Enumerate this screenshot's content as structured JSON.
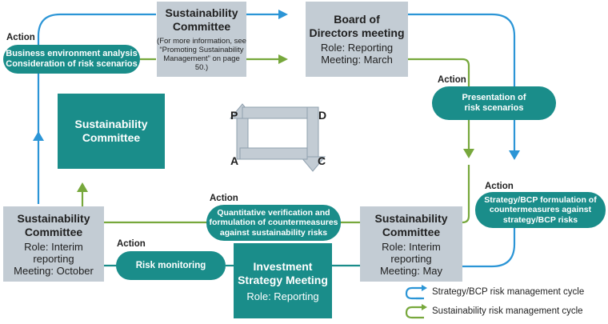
{
  "colors": {
    "blue": "#2b95d6",
    "green": "#77a83c",
    "teal": "#1a8d8a",
    "gray": "#c3ccd4"
  },
  "nodes": {
    "sust_top": {
      "title_l1": "Sustainability",
      "title_l2": "Committee",
      "note_l1": "(For more information, see",
      "note_l2": "“Promoting Sustainability",
      "note_l3": "Management” on page 50.)"
    },
    "board": {
      "title_l1": "Board of",
      "title_l2": "Directors meeting",
      "role": "Role: Reporting",
      "meeting": "Meeting: March"
    },
    "sust_left_teal": {
      "title_l1": "Sustainability",
      "title_l2": "Committee"
    },
    "sust_bl": {
      "title_l1": "Sustainability",
      "title_l2": "Committee",
      "role": "Role: Interim reporting",
      "meeting": "Meeting: October"
    },
    "sust_br": {
      "title_l1": "Sustainability",
      "title_l2": "Committee",
      "role": "Role: Interim reporting",
      "meeting": "Meeting: May"
    },
    "investment": {
      "title_l1": "Investment",
      "title_l2": "Strategy Meeting",
      "role": "Role: Reporting"
    }
  },
  "actions": {
    "bea": {
      "label": "Action",
      "text_l1": "Business environment analysis",
      "text_l2": "Consideration of risk scenarios"
    },
    "presentation": {
      "label": "Action",
      "text_l1": "Presentation of",
      "text_l2": "risk scenarios"
    },
    "bcp": {
      "label": "Action",
      "text_l1": "Strategy/BCP formulation of",
      "text_l2": "countermeasures against",
      "text_l3": "strategy/BCP risks"
    },
    "quant": {
      "label": "Action",
      "text_l1": "Quantitative verification and",
      "text_l2": "formulation of countermeasures",
      "text_l3": "against sustainability risks"
    },
    "risk_monitoring": {
      "label": "Action",
      "text": "Risk monitoring"
    }
  },
  "pdca": {
    "p": "P",
    "d": "D",
    "c": "C",
    "a": "A"
  },
  "legend": {
    "blue": {
      "label": "Strategy/BCP risk management cycle",
      "icon": "blue-cycle-icon"
    },
    "green": {
      "label": "Sustainability risk management cycle",
      "icon": "green-cycle-icon"
    }
  }
}
